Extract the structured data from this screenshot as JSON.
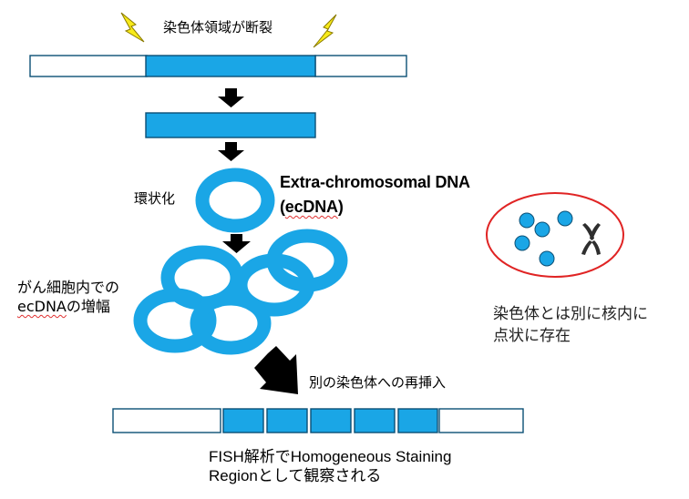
{
  "labels": {
    "breakage": "染色体領域が断裂",
    "circularize": "環状化",
    "ecdna_title": "Extra-chromosomal DNA",
    "ecdna_abbrev": "(ecDNA)",
    "amplification_line1": "がん細胞内での",
    "amplification_line2_abbrev": "ecDNA",
    "amplification_line2_rest": "の増幅",
    "note_line1": "染色体とは別に核内に",
    "note_line2": "点状に存在",
    "reinsertion": "別の染色体への再挿入",
    "fish_line1": "FISH解析でHomogeneous Staining",
    "fish_line2": "Regionとして観察される"
  },
  "colors": {
    "segment": "#1aa6e6",
    "segment_stroke": "#0b4f75",
    "arrow": "#000000",
    "lightning_fill": "#f7ea1a",
    "lightning_stroke": "#8a7a00",
    "cell_outline": "#e02424",
    "chromosome": "#2e2e2e",
    "spellcheck": "#e03030"
  },
  "icons": {
    "breakage_marker": "lightning-icon",
    "chromosome": "chromosome-icon"
  }
}
